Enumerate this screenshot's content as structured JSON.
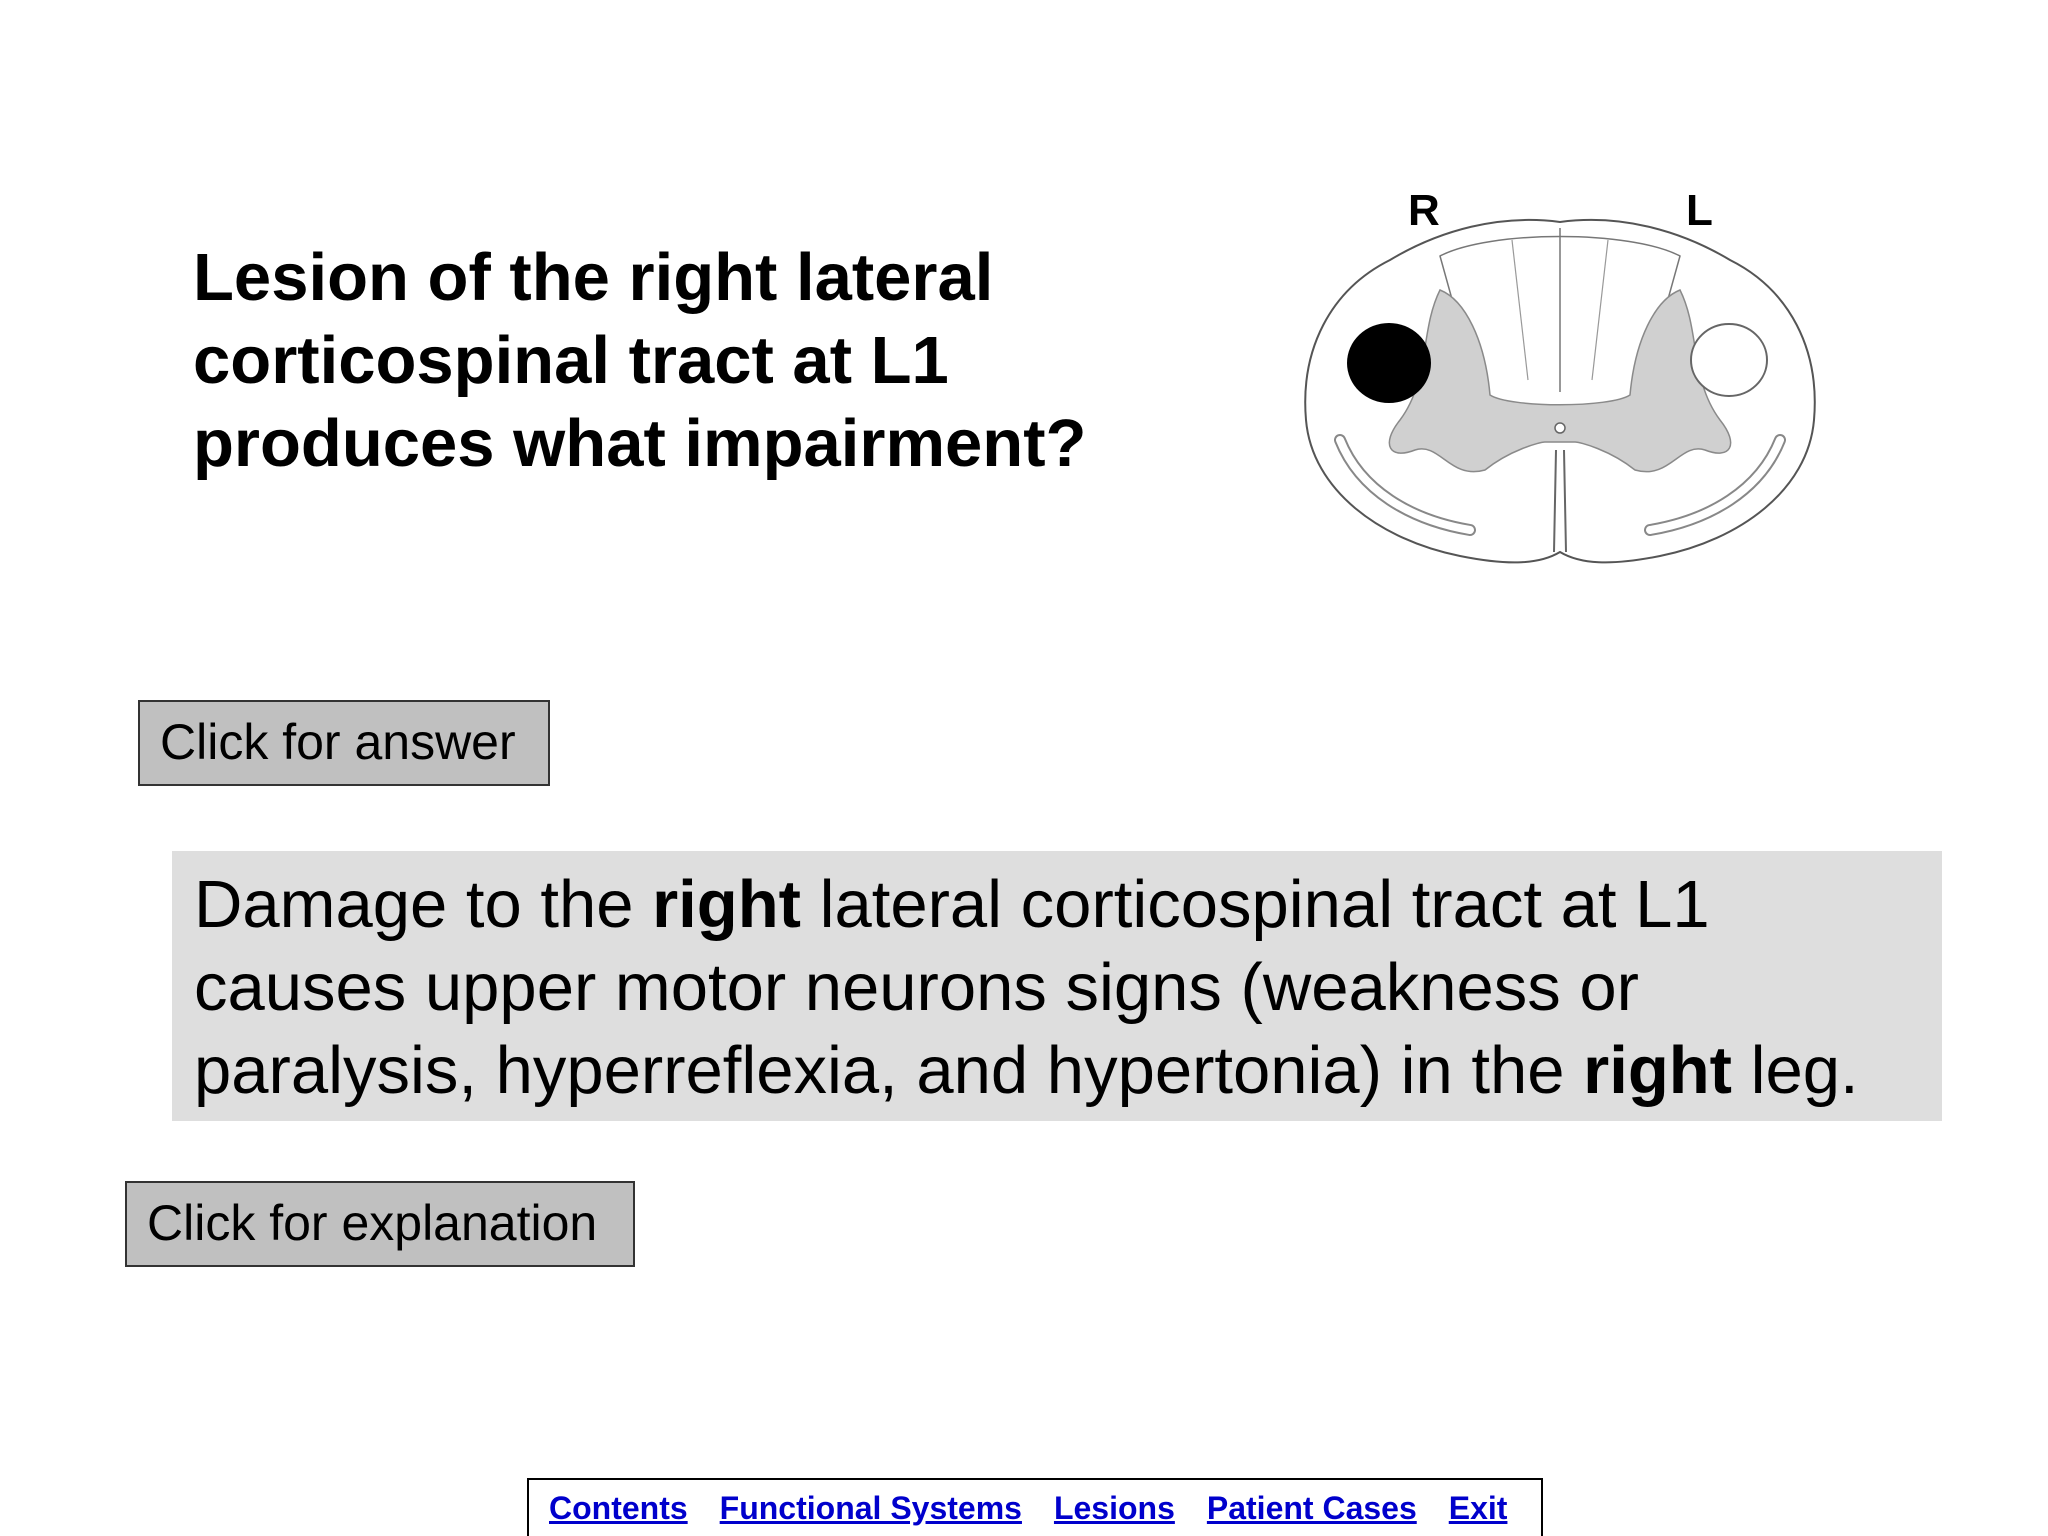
{
  "question": {
    "lines": [
      "Lesion of the right lateral",
      "corticospinal tract at L1",
      "produces what impairment?"
    ]
  },
  "diagram": {
    "label_right": "R",
    "label_left": "L"
  },
  "buttons": {
    "answer_label": "Click for answer",
    "explanation_label": "Click for explanation"
  },
  "answer": {
    "line1_pre": "Damage to the ",
    "line1_bold": "right",
    "line1_post": " lateral corticospinal tract at L1",
    "line2": "causes upper motor neurons signs (weakness or",
    "line3_pre": "paralysis, hyperreflexia, and hypertonia) in the ",
    "line3_bold": "right",
    "line3_post": " leg."
  },
  "nav": {
    "contents": "Contents",
    "functional_systems": "Functional Systems",
    "lesions": "Lesions",
    "patient_cases": "Patient Cases",
    "exit": "Exit"
  },
  "colors": {
    "answer_box": "#dedede",
    "button": "#c0c0c0",
    "link": "#0000cc",
    "gray_matter": "#d0d0d0",
    "lesion": "#000000"
  }
}
